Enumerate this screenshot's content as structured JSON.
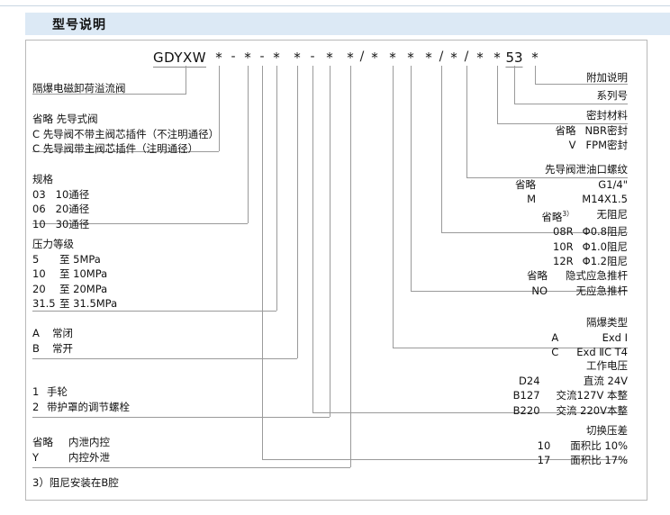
{
  "title": "型号说明",
  "code": {
    "prefix": "GDYXW",
    "tokens": [
      "*",
      "-",
      "*",
      "-",
      "*",
      "*",
      "-",
      "*",
      "*",
      "/",
      "*",
      "*",
      "*",
      "*",
      "/",
      "*",
      "/",
      "*",
      "*",
      "53",
      "*"
    ]
  },
  "left_blocks": [
    {
      "name": "product-name",
      "header": "隔爆电磁卸荷溢流阀",
      "rows": []
    },
    {
      "name": "pilot-type",
      "header": "省略  先导式阀",
      "rows": [
        {
          "k": "C",
          "v": "先导阀不带主阀芯插件（不注明通径）"
        },
        {
          "k": "C",
          "v": "先导阀带主阀芯插件（注明通径）"
        }
      ]
    },
    {
      "name": "size-spec",
      "header": "规格",
      "rows": [
        {
          "k": "03",
          "v": "10通径"
        },
        {
          "k": "06",
          "v": "20通径"
        },
        {
          "k": "10",
          "v": "30通径"
        }
      ]
    },
    {
      "name": "pressure-rating",
      "header": "压力等级",
      "rows": [
        {
          "k": "5",
          "v": "至  5MPa"
        },
        {
          "k": "10",
          "v": "至 10MPa"
        },
        {
          "k": "20",
          "v": "至 20MPa"
        },
        {
          "k": "31.5",
          "v": "至 31.5MPa"
        }
      ]
    },
    {
      "name": "valve-state",
      "header": "",
      "rows": [
        {
          "k": "A",
          "v": "常闭"
        },
        {
          "k": "B",
          "v": "常开"
        }
      ]
    },
    {
      "name": "adjust-type",
      "header": "",
      "rows": [
        {
          "k": "1",
          "v": "手轮"
        },
        {
          "k": "2",
          "v": "带护罩的调节螺栓"
        }
      ]
    },
    {
      "name": "drain-control",
      "header": "",
      "rows": [
        {
          "k": "省略",
          "v": "内泄内控"
        },
        {
          "k": "Y",
          "v": "内控外泄"
        }
      ]
    }
  ],
  "footnote": "3）阻尼安装在B腔",
  "right_blocks": [
    {
      "name": "additional-note",
      "header": "附加说明",
      "rows": []
    },
    {
      "name": "series-number",
      "header": "系列号",
      "rows": []
    },
    {
      "name": "seal-material",
      "header": "密封材料",
      "rows": [
        {
          "k": "省略",
          "v": "NBR密封"
        },
        {
          "k": "V",
          "v": "FPM密封"
        }
      ]
    },
    {
      "name": "pilot-drain-thread",
      "header": "先导阀泄油口螺纹",
      "rows": [
        {
          "k": "省略",
          "v": "G1/4\""
        },
        {
          "k": "M",
          "v": "M14X1.5"
        }
      ]
    },
    {
      "name": "damping",
      "header": "",
      "rows": [
        {
          "k": "省略",
          "sup": "3）",
          "v": "无阻尼"
        },
        {
          "k": "08R",
          "v": "Φ0.8阻尼"
        },
        {
          "k": "10R",
          "v": "Φ1.0阻尼"
        },
        {
          "k": "12R",
          "v": "Φ1.2阻尼"
        }
      ]
    },
    {
      "name": "emergency-rod",
      "header": "",
      "rows": [
        {
          "k": "省略",
          "v": "隐式应急推杆"
        },
        {
          "k": "NO",
          "v": "无应急推杆"
        }
      ]
    },
    {
      "name": "explosion-proof-type",
      "header": "隔爆类型",
      "rows": [
        {
          "k": "A",
          "v": "Exd Ⅰ"
        },
        {
          "k": "C",
          "v": "Exd ⅡC T4"
        }
      ]
    },
    {
      "name": "working-voltage",
      "header": "工作电压",
      "rows": [
        {
          "k": "D24",
          "v": "直流 24V"
        },
        {
          "k": "B127",
          "v": "交流127V 本整"
        },
        {
          "k": "B220",
          "v": "交流 220V本整"
        }
      ]
    },
    {
      "name": "switch-pressure-diff",
      "header": "切换压差",
      "rows": [
        {
          "k": "10",
          "v": "面积比  10%"
        },
        {
          "k": "17",
          "v": "面积比  17%"
        }
      ]
    }
  ],
  "colors": {
    "title_band": "#dce9f5",
    "panel_border": "#b9b9b9",
    "line": "#9a9a9a",
    "text": "#111111"
  }
}
